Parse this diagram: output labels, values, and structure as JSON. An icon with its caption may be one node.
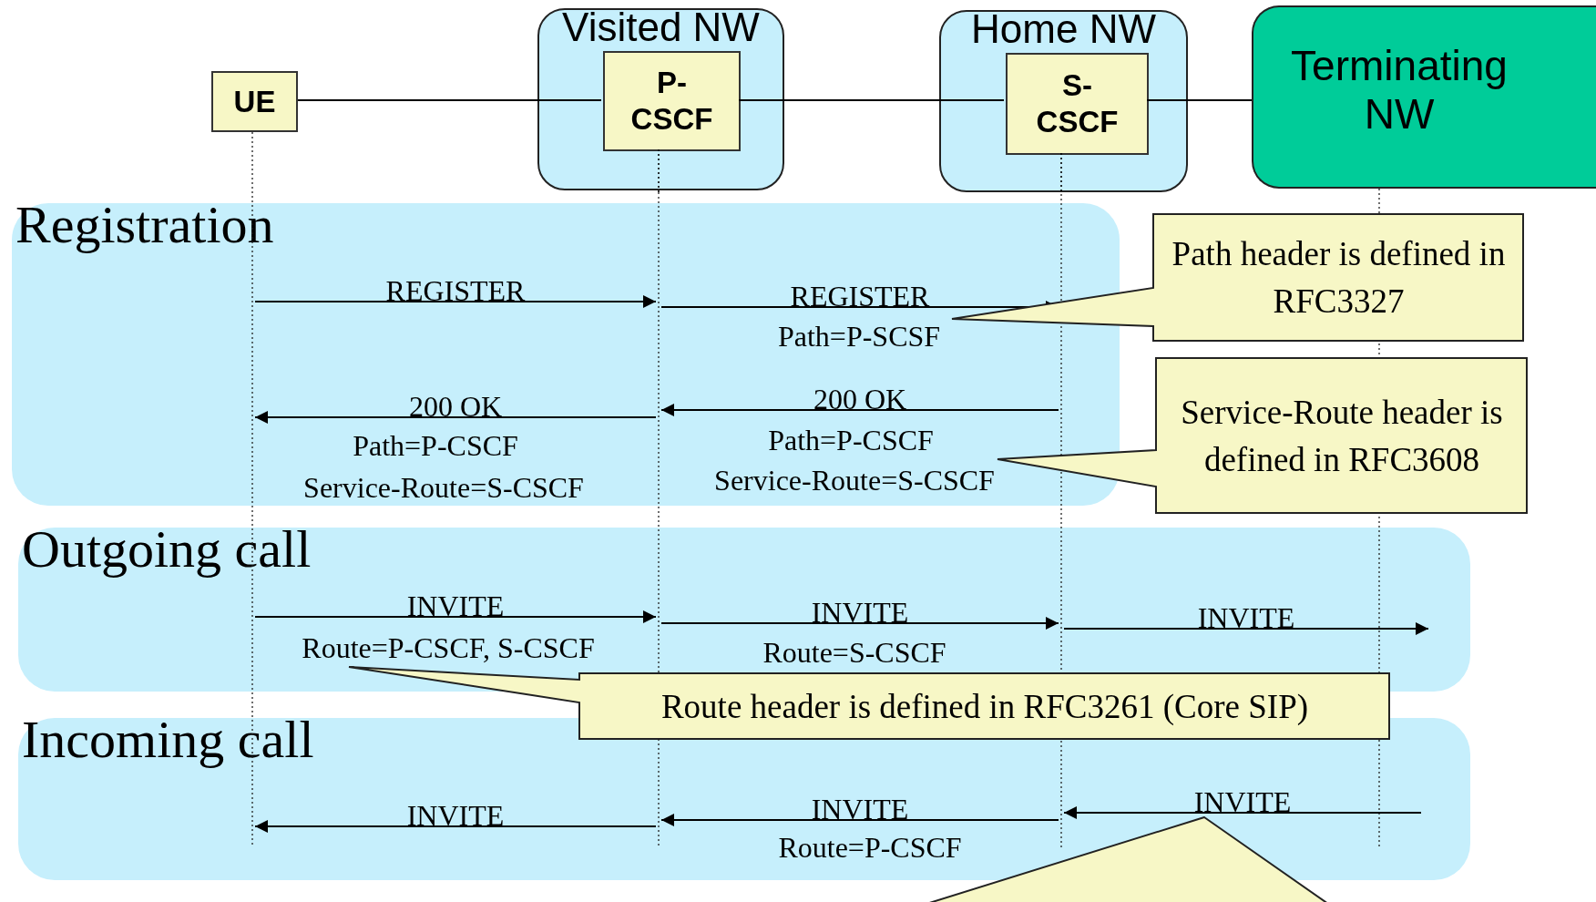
{
  "diagram": {
    "nodes": [
      {
        "text": [
          "UE"
        ]
      },
      {
        "text": [
          "Visited NW"
        ]
      },
      {
        "text": [
          "P-CSCF"
        ],
        "in": 1
      },
      {
        "text": [
          "Home NW"
        ]
      },
      {
        "text": [
          "S-CSCF"
        ],
        "in": 3
      },
      {
        "text": [
          "Terminating NW"
        ]
      },
      {
        "text": [
          "Path header is defined in RFC3327"
        ]
      },
      {
        "text": [
          "Service-Route header is defined in RFC3608"
        ]
      },
      {
        "text": [
          "Route header is defined in RFC3261 (Core SIP)"
        ]
      },
      {
        "text": [],
        "shape": "box"
      },
      {
        "text": [],
        "shape": "line"
      },
      {
        "text": [],
        "shape": "line"
      },
      {
        "text": [],
        "shape": "line"
      },
      {
        "text": [],
        "shape": "line"
      }
    ],
    "edges": [
      {
        "from": 0,
        "to": 2,
        "arrow": "none"
      },
      {
        "from": 2,
        "to": 4,
        "arrow": "none"
      },
      {
        "from": 4,
        "to": 5,
        "arrow": "none"
      },
      {
        "from": 10,
        "to": 11,
        "arrow": "to",
        "label": "REGISTER"
      },
      {
        "from": 11,
        "to": 12,
        "arrow": "to",
        "label": "REGISTER"
      },
      {
        "from": 11,
        "to": 10,
        "arrow": "to",
        "label": "200 OK"
      },
      {
        "from": 12,
        "to": 11,
        "arrow": "to",
        "label": "200 OK"
      },
      {
        "from": 10,
        "to": 11,
        "arrow": "to",
        "label": "INVITE"
      },
      {
        "from": 11,
        "to": 12,
        "arrow": "to",
        "label": "INVITE"
      },
      {
        "from": 12,
        "to": null,
        "arrow": "to",
        "label": "INVITE"
      },
      {
        "from": null,
        "to": 12,
        "arrow": "to",
        "label": "INVITE"
      },
      {
        "from": 12,
        "to": 11,
        "arrow": "to",
        "label": "INVITE"
      },
      {
        "from": 11,
        "to": 10,
        "arrow": "to",
        "label": "INVITE"
      },
      {
        "from": 2,
        "to": 11,
        "arrow": "none",
        "style": "dashed"
      },
      {
        "from": 4,
        "to": 12,
        "arrow": "none",
        "style": "dashed"
      }
    ],
    "labels": [
      "Registration",
      "Path=P-SCSF",
      "Path=P-CSCF",
      "Service-Route=S-CSCF",
      "Path=P-CSCF",
      "Service-Route=S-CSCF",
      "Outgoing call",
      "Route=P-CSCF, S-CSCF",
      "Route=S-CSCF",
      "Incoming call",
      "Route=P-CSCF"
    ]
  }
}
